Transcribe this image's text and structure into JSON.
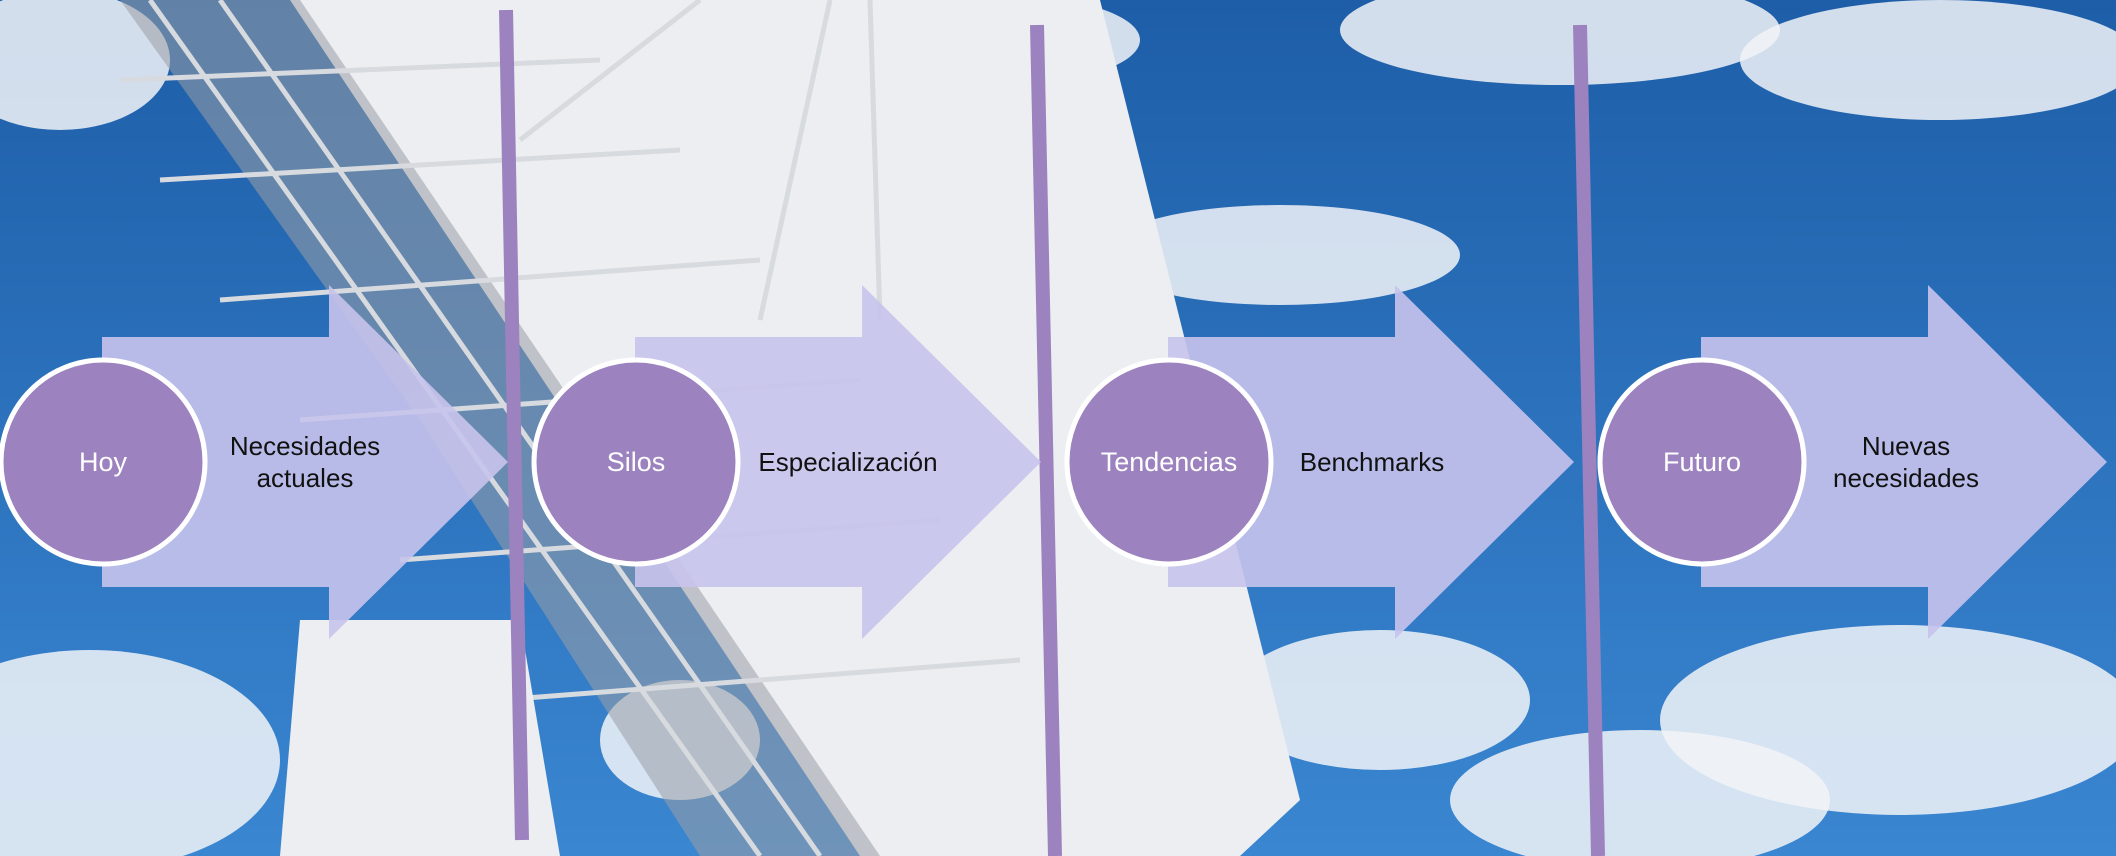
{
  "colors": {
    "sky_top": "#1e5ea8",
    "sky_bottom": "#3a86d1",
    "cloud": "#f2f4f8",
    "dish": "#eceef1",
    "truss": "#9a9ea6",
    "arrow_fill": "#c8c3ec",
    "circle_fill": "#9c82be",
    "divider": "#9c82be",
    "circle_stroke": "#ffffff"
  },
  "stages": [
    {
      "circle_label": "Hoy",
      "arrow_label": "Necesidades actuales"
    },
    {
      "circle_label": "Silos",
      "arrow_label": "Especialización"
    },
    {
      "circle_label": "Tendencias",
      "arrow_label": "Benchmarks"
    },
    {
      "circle_label": "Futuro",
      "arrow_label": "Nuevas necesidades"
    }
  ]
}
